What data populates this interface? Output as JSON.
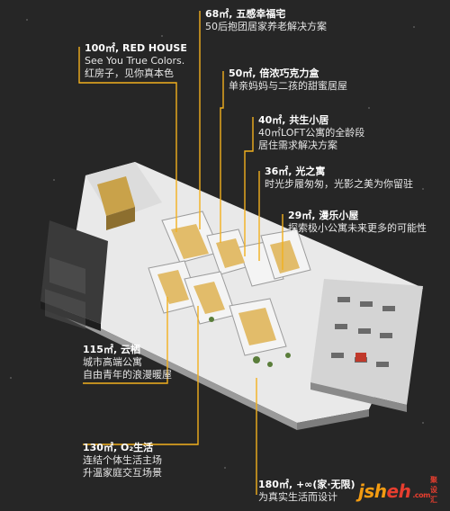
{
  "accent_color": "#f2b01e",
  "callouts": [
    {
      "id": "c68",
      "title": "68㎡, 五感幸福宅",
      "lines": [
        "50后抱团居家养老解决方案"
      ]
    },
    {
      "id": "c100",
      "title": "100㎡, RED HOUSE",
      "lines": [
        "See You True Colors.",
        "红房子，见你真本色"
      ]
    },
    {
      "id": "c50",
      "title": "50㎡, 倍浓巧克力盒",
      "lines": [
        "单亲妈妈与二孩的甜蜜居屋"
      ]
    },
    {
      "id": "c40",
      "title": "40㎡, 共生小居",
      "lines": [
        "40㎡LOFT公寓的全龄段",
        "居住需求解决方案"
      ]
    },
    {
      "id": "c36",
      "title": "36㎡, 光之寓",
      "lines": [
        "时光步履匆匆，光影之美为你留驻"
      ]
    },
    {
      "id": "c29",
      "title": "29㎡, 漫乐小屋",
      "lines": [
        "探索极小公寓未来更多的可能性"
      ]
    },
    {
      "id": "c115",
      "title": "115㎡, 云栖",
      "lines": [
        "城市高端公寓",
        "自由青年的浪漫暖屋"
      ]
    },
    {
      "id": "c130",
      "title": "130㎡, O₂生活",
      "lines": [
        "连结个体生活主场",
        "升温家庭交互场景"
      ]
    },
    {
      "id": "c180",
      "title": "180㎡, +∞(家·无限)",
      "lines": [
        "为真实生活而设计"
      ]
    }
  ],
  "watermark": {
    "brand_a": "jsh",
    "brand_b": "eh",
    "suffix": ".com",
    "cn": "聚设汇"
  }
}
